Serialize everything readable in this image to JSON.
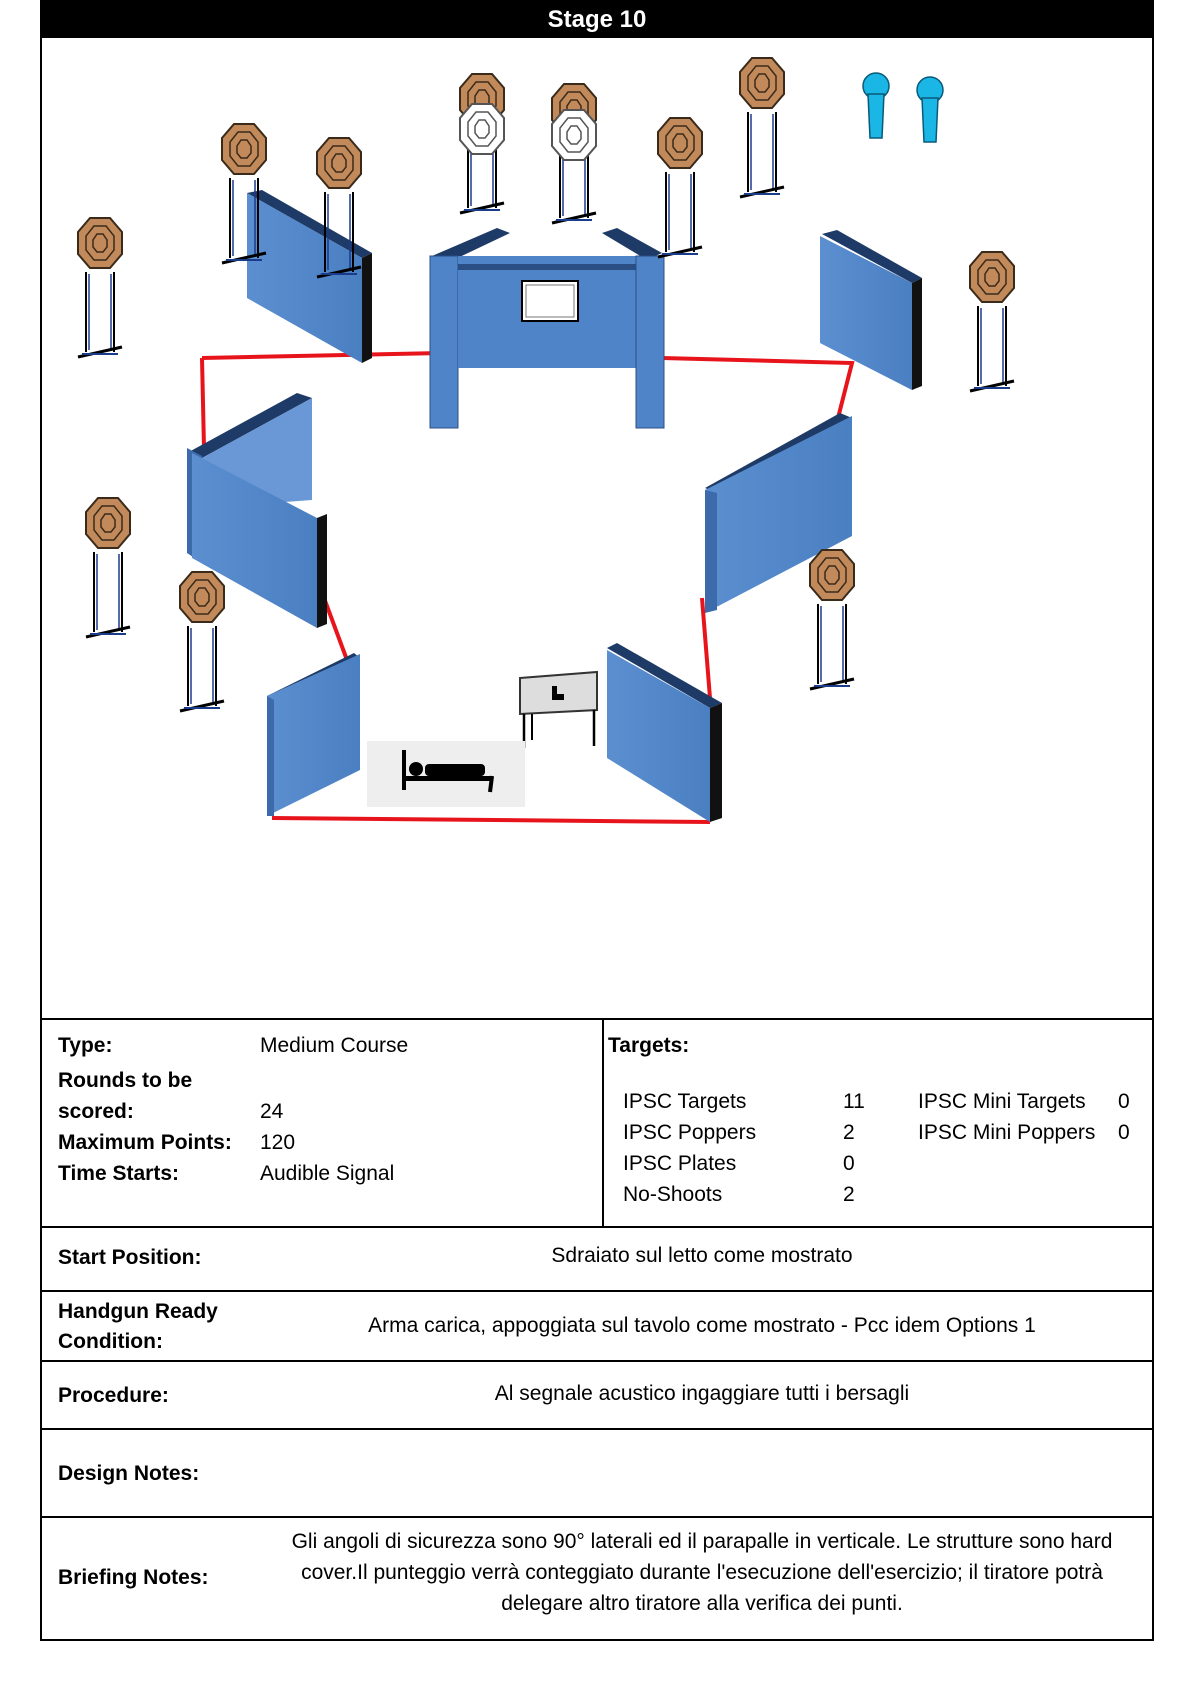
{
  "stage_title": "Stage 10",
  "diagram": {
    "wall_color": "#4f85c8",
    "fault_line_color": "#e8141c",
    "target_color": "#c28a5a",
    "popper_color": "#1ab6e6"
  },
  "info": {
    "type_label": "Type:",
    "type_value": "Medium Course",
    "rounds_label_1": "Rounds to be",
    "rounds_label_2": "scored:",
    "rounds_value": "24",
    "max_points_label": "Maximum  Points:",
    "max_points_value": "120",
    "time_starts_label": "Time Starts:",
    "time_starts_value": "Audible Signal",
    "targets_label": "Targets:",
    "targets_left": [
      {
        "name": "IPSC Targets",
        "count": "11"
      },
      {
        "name": "IPSC Poppers",
        "count": "2"
      },
      {
        "name": "IPSC Plates",
        "count": "0"
      },
      {
        "name": "No-Shoots",
        "count": "2"
      }
    ],
    "targets_right": [
      {
        "name": "IPSC Mini Targets",
        "count": "0"
      },
      {
        "name": "IPSC Mini Poppers",
        "count": "0"
      }
    ]
  },
  "start_position": {
    "label": "Start Position:",
    "value": "Sdraiato sul letto come mostrato"
  },
  "ready_condition": {
    "label_1": "Handgun Ready",
    "label_2": "Condition:",
    "value": "Arma carica, appoggiata sul tavolo come mostrato - Pcc idem Options 1"
  },
  "procedure": {
    "label": "Procedure:",
    "value": "Al segnale acustico ingaggiare tutti i bersagli"
  },
  "design_notes": {
    "label": "Design Notes:",
    "value": ""
  },
  "briefing_notes": {
    "label": "Briefing Notes:",
    "line_1": "Gli angoli di sicurezza sono 90° laterali ed il parapalle in verticale. Le strutture sono hard",
    "line_2": "cover.Il punteggio verrà conteggiato durante l'esecuzione dell'esercizio; il tiratore potrà",
    "line_3": "delegare altro tiratore alla verifica  dei punti."
  }
}
